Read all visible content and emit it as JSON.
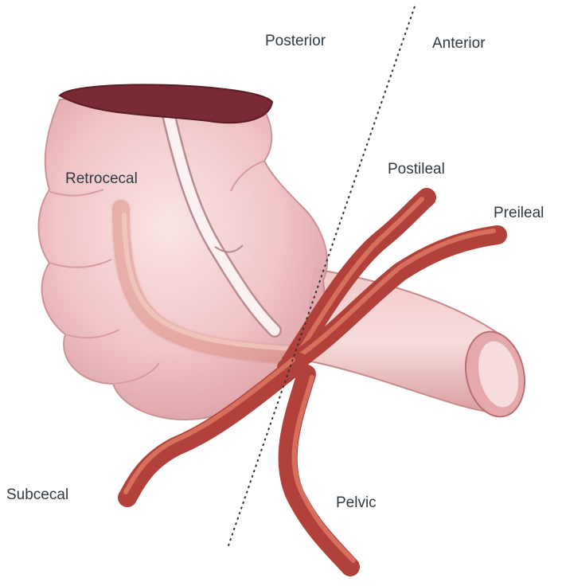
{
  "diagram": {
    "labels": {
      "posterior": "Posterior",
      "anterior": "Anterior",
      "retrocecal": "Retrocecal",
      "postileal": "Postileal",
      "preileal": "Preileal",
      "subcecal": "Subcecal",
      "pelvic": "Pelvic"
    },
    "colors": {
      "cecum": "#efbcbf",
      "cecum_interior": "#7a2a35",
      "appendix": "#b3413b",
      "appendix_highlight": "#e07a66",
      "divider": "#333333"
    }
  }
}
